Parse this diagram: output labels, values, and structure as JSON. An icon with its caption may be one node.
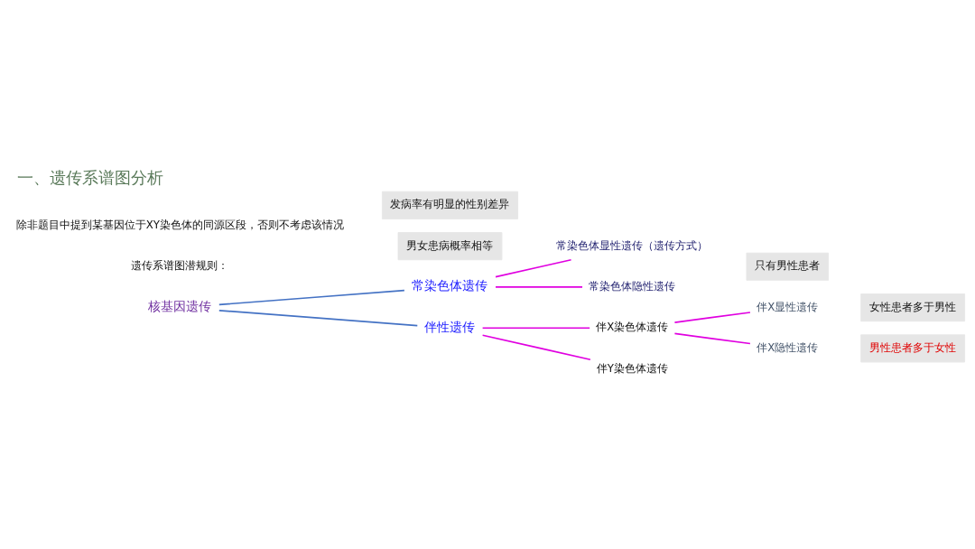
{
  "diagram": {
    "title": "一、遗传系谱图分析",
    "nodes": [
      {
        "text": [
          "核基因遗传"
        ]
      },
      {
        "text": [
          "常染色体遗传"
        ]
      },
      {
        "text": [
          "常染色体显性遗传（遗传方式）"
        ]
      },
      {
        "text": [
          "常染色体隐性遗传"
        ]
      },
      {
        "text": [
          "男女患病概率相等"
        ]
      },
      {
        "text": [
          "伴性遗传"
        ]
      },
      {
        "text": [
          "伴X染色体遗传"
        ]
      },
      {
        "text": [
          "伴Y染色体遗传"
        ]
      },
      {
        "text": [
          "伴X显性遗传"
        ]
      },
      {
        "text": [
          "伴X隐性遗传"
        ]
      },
      {
        "text": [
          "女性患者多于男性"
        ]
      },
      {
        "text": [
          "男性患者多于女性"
        ]
      },
      {
        "text": [
          "只有男性患者"
        ]
      },
      {
        "text": [
          "发病率有明显的性别差异"
        ]
      }
    ],
    "edges": [
      {
        "from": 0,
        "to": 1,
        "arrow": "none",
        "color": "#4472c4"
      },
      {
        "from": 0,
        "to": 5,
        "arrow": "none",
        "color": "#4472c4"
      },
      {
        "from": 1,
        "to": 2,
        "arrow": "none"
      },
      {
        "from": 1,
        "to": 3,
        "arrow": "none"
      },
      {
        "from": 5,
        "to": 6,
        "arrow": "none"
      },
      {
        "from": 5,
        "to": 7,
        "arrow": "none"
      },
      {
        "from": 6,
        "to": 8,
        "arrow": "none"
      },
      {
        "from": 6,
        "to": 9,
        "arrow": "none"
      }
    ],
    "labels": [
      "遗传系谱图潜规则：",
      "除非题目中提到某基因位于XY染色体的同源区段，否则不考虑该情况"
    ]
  }
}
